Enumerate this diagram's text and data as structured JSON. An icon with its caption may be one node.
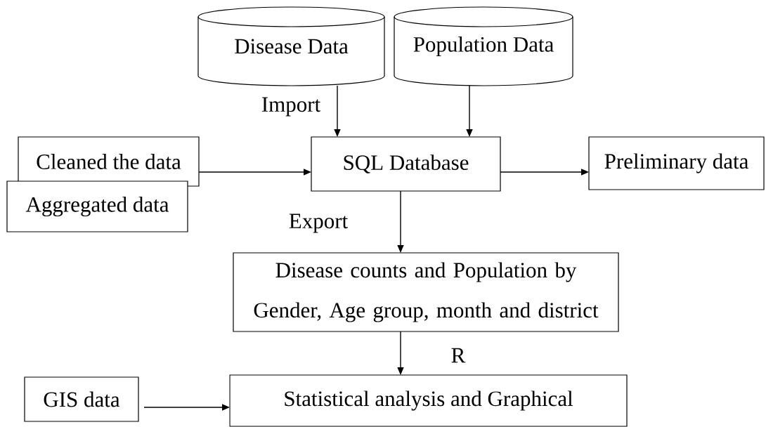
{
  "diagram": {
    "nodes": [
      {
        "text": [
          "Disease Data"
        ]
      },
      {
        "text": [
          "Population Data"
        ]
      },
      {
        "text": [
          "Cleaned the data"
        ]
      },
      {
        "text": [
          "Aggregated data"
        ]
      },
      {
        "text": [
          "SQL Database"
        ]
      },
      {
        "text": [
          "Preliminary data"
        ]
      },
      {
        "text": [
          "Disease counts and Population by Gender, Age group, month and district"
        ]
      },
      {
        "text": [
          "GIS data"
        ]
      },
      {
        "text": [
          "Statistical analysis and Graphical"
        ]
      }
    ],
    "edges": [
      {
        "from": 0,
        "to": 4,
        "arrow": "to",
        "label": "Import"
      },
      {
        "from": 1,
        "to": 4,
        "arrow": "to"
      },
      {
        "from": 2,
        "to": 4,
        "arrow": "to"
      },
      {
        "from": 4,
        "to": 5,
        "arrow": "to"
      },
      {
        "from": 4,
        "to": 6,
        "arrow": "to",
        "label": "Export"
      },
      {
        "from": 6,
        "to": 8,
        "arrow": "to",
        "label": "R"
      },
      {
        "from": 7,
        "to": 8,
        "arrow": "to"
      }
    ]
  }
}
